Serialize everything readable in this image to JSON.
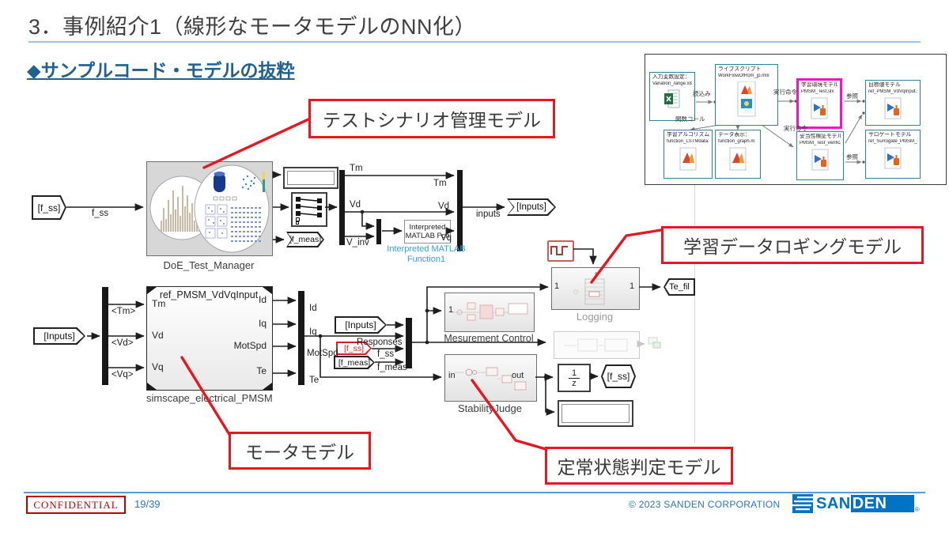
{
  "slide": {
    "title": "3．事例紹介1（線形なモータモデルのNN化）",
    "subtitle": "◆サンプルコード・モデルの抜粋"
  },
  "callouts": {
    "test_scenario": "テストシナリオ管理モデル",
    "logging": "学習データロギングモデル",
    "motor": "モータモデル",
    "steady": "定常状態判定モデル"
  },
  "workflow": {
    "input_setting_label": "入力変数設定：",
    "input_setting_file": "Variation_range.xlsx",
    "live_script_label": "ライブスクリプト",
    "live_script_file": "WorkFlowOfRom_jp.mlx",
    "training_env_label": "学習環境モデル",
    "training_env_file": "PMSM_Test.slx",
    "target_label": "目標値モデル",
    "target_file": "ref_PMSM_VdVqInput.slx",
    "algo_label": "学習アルゴリズム：",
    "algo_file": "function_LSTMdata.m",
    "display_label": "データ表示：",
    "display_file": "function_graph.m",
    "verify_label": "妥当性検証モデル",
    "verify_file": "PMSM_Test_verification.slx",
    "surrogate_label": "サロゲートモデル",
    "surrogate_file": "ref_Surrogate_PMSM_LSTM.slx",
    "arrow_load": "読込み",
    "arrow_func_call": "関数コール",
    "arrow_exec1": "実行命令",
    "arrow_exec2": "実行命令",
    "arrow_ref1": "参照",
    "arrow_ref2": "参照"
  },
  "diagram": {
    "blocks": {
      "doe": "DoE_Test_Manager",
      "pmsm_title": "ref_PMSM_VdVqInput",
      "pmsm_name": "simscape_electrical_PMSM",
      "interp_line1": "Interpreted",
      "interp_line2": "MATLAB Fcn",
      "interp_name1": "Interpreted MATLAB",
      "interp_name2": "Function1",
      "measurement": "Mesurement Control",
      "logging": "Logging",
      "stability": "StabilityJudge",
      "delay_num": "1",
      "delay_den": "z"
    },
    "ports": {
      "tm": "Tm",
      "vd": "Vd",
      "vq": "Vq",
      "id": "Id",
      "iq": "Iq",
      "motspd": "MotSpd",
      "te": "Te",
      "in": "in",
      "out": "out",
      "one": "1"
    },
    "tags": {
      "f_ss_src": "[f_ss]",
      "f_meas_goto": "[f_meas]",
      "inputs_goto": "[Inputs]",
      "inputs_src": "[Inputs]",
      "inputs_src2": "[Inputs]",
      "f_ss_highlight": "[f_ss]",
      "f_meas_src": "[f_meas]",
      "te_fil": "Te_fil",
      "f_ss_goto": "[f_ss]"
    },
    "signals": {
      "f_ss": "f_ss",
      "tm1": "Tm",
      "tm2": "Tm",
      "vd1": "Vd",
      "vd2": "Vd",
      "v_inv": "V_inv",
      "vq": "Vq",
      "inputs": "inputs",
      "tm_sel": "<Tm>",
      "vd_sel": "<Vd>",
      "vq_sel": "<Vq>",
      "id": "Id",
      "iq": "Iq",
      "motspd": "MotSpd",
      "te": "Te",
      "responses": "Responses",
      "f_ss2": "f_ss",
      "f_meas2": "f_meas"
    }
  },
  "footer": {
    "confidential": "CONFIDENTIAL",
    "page": "19/39",
    "copyright": "© 2023 SANDEN CORPORATION",
    "logo_text1": "SAN",
    "logo_text2": "DEN",
    "registered": "®"
  }
}
